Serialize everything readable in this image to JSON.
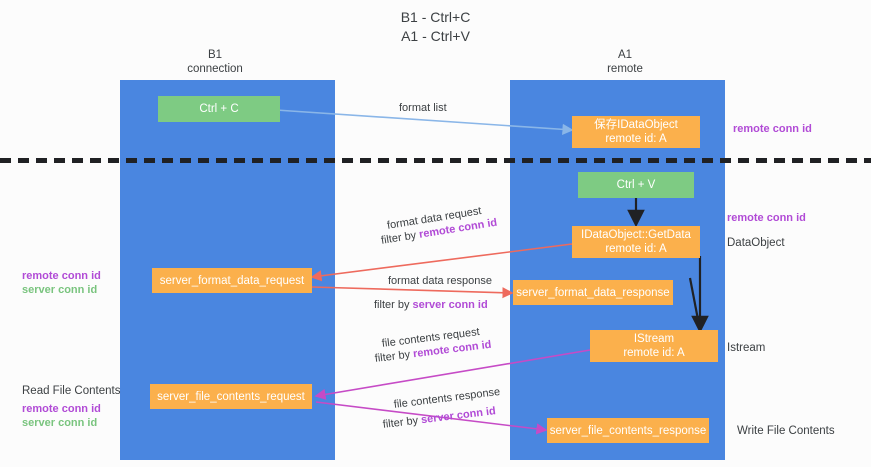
{
  "title": "B1 - Ctrl+C\nA1 - Ctrl+V",
  "lanes": [
    {
      "id": "b1",
      "title": "B1\nconnection"
    },
    {
      "id": "a1",
      "title": "A1\nremote"
    }
  ],
  "nodes": [
    {
      "id": "ctrl-c",
      "line1": "Ctrl + C",
      "line2": "",
      "color": "green"
    },
    {
      "id": "save-ido",
      "line1": "保存IDataObject",
      "line2": "remote id: A",
      "color": "orange"
    },
    {
      "id": "ctrl-v",
      "line1": "Ctrl + V",
      "line2": "",
      "color": "green"
    },
    {
      "id": "getdata",
      "line1": "IDataObject::GetData",
      "line2": "remote id: A",
      "color": "orange"
    },
    {
      "id": "sfdreq",
      "line1": "server_format_data_request",
      "line2": "",
      "color": "orange"
    },
    {
      "id": "sfdres",
      "line1": "server_format_data_response",
      "line2": "",
      "color": "orange"
    },
    {
      "id": "istream",
      "line1": "IStream",
      "line2": "remote id: A",
      "color": "orange"
    },
    {
      "id": "sfcreq",
      "line1": "server_file_contents_request",
      "line2": "",
      "color": "orange"
    },
    {
      "id": "sfcres",
      "line1": "server_file_contents_response",
      "line2": "",
      "color": "orange"
    }
  ],
  "edge_labels": {
    "format_list": "format list",
    "format_data_request": "format data request",
    "format_data_request_filter_prefix": "filter by ",
    "format_data_request_filter_key": "remote conn id",
    "format_data_response": "format data response",
    "format_data_response_filter_prefix": "filter by ",
    "format_data_response_filter_key": "server conn id",
    "file_contents_request": "file contents request",
    "file_contents_request_filter_prefix": "filter by ",
    "file_contents_request_filter_key": "remote conn id",
    "file_contents_response": "file contents response",
    "file_contents_response_filter_prefix": "filter by ",
    "file_contents_response_filter_key": "server conn id"
  },
  "side_labels": {
    "dataobject": "DataObject",
    "istream": "Istream",
    "write_file_contents": "Write File Contents",
    "read_file_contents": "Read File Contents"
  },
  "tags": {
    "top_right_remote": "remote conn id",
    "mid_right_remote": "remote conn id",
    "mid_left_remote": "remote conn id",
    "mid_left_server": "server conn id",
    "bot_left_remote": "remote conn id",
    "bot_left_server": "server conn id"
  },
  "colors": {
    "lane": "#4a86e0",
    "green_node": "#7ecb83",
    "orange_node": "#fbb04c",
    "remote_key": "#b14bd6",
    "server_key": "#79c47e",
    "arrow_blue": "#8ab6e8",
    "arrow_red": "#ee6a5d",
    "arrow_magenta": "#c64bc6",
    "arrow_black": "#202124"
  }
}
